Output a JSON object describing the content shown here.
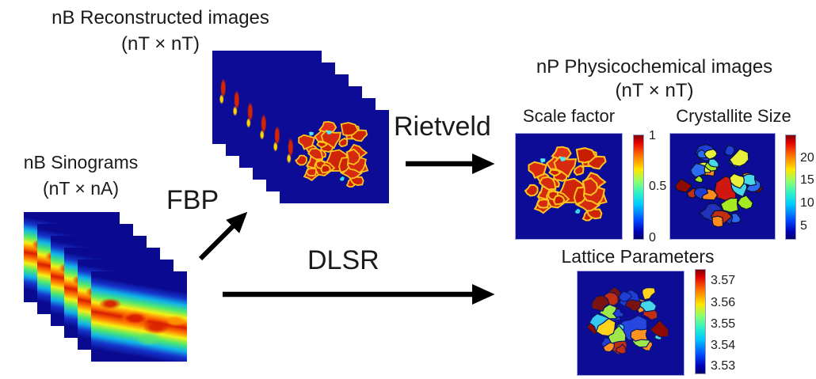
{
  "colors": {
    "map_background": "#0c0c96",
    "arrow": "#000000",
    "jet_colormap": [
      "#7f0000",
      "#ff0000",
      "#ff9d00",
      "#ffe900",
      "#7dff7a",
      "#00e8ff",
      "#0051ff",
      "#0000c8",
      "#00006e"
    ]
  },
  "stacks": {
    "sinograms": {
      "title": "nB Sinograms",
      "subtitle": "(nT × nA)",
      "panel_count": 6
    },
    "reconstructed": {
      "title": "nB Reconstructed images",
      "subtitle": "(nT × nT)",
      "panel_count": 6
    }
  },
  "arrows": {
    "fbp": {
      "label": "FBP"
    },
    "rietveld": {
      "label": "Rietveld"
    },
    "dlsr": {
      "label": "DLSR"
    }
  },
  "output_group": {
    "title": "nP Physicochemical images",
    "subtitle": "(nT × nT)"
  },
  "maps": {
    "scale_factor": {
      "label": "Scale factor",
      "colorbar_ticks": [
        "1",
        "0.5",
        "0"
      ]
    },
    "crystallite_size": {
      "label": "Crystallite Size",
      "colorbar_ticks": [
        "20",
        "15",
        "10",
        "5"
      ]
    },
    "lattice_parameters": {
      "label": "Lattice Parameters",
      "colorbar_ticks": [
        "3.57",
        "3.56",
        "3.55",
        "3.54",
        "3.53"
      ]
    }
  }
}
